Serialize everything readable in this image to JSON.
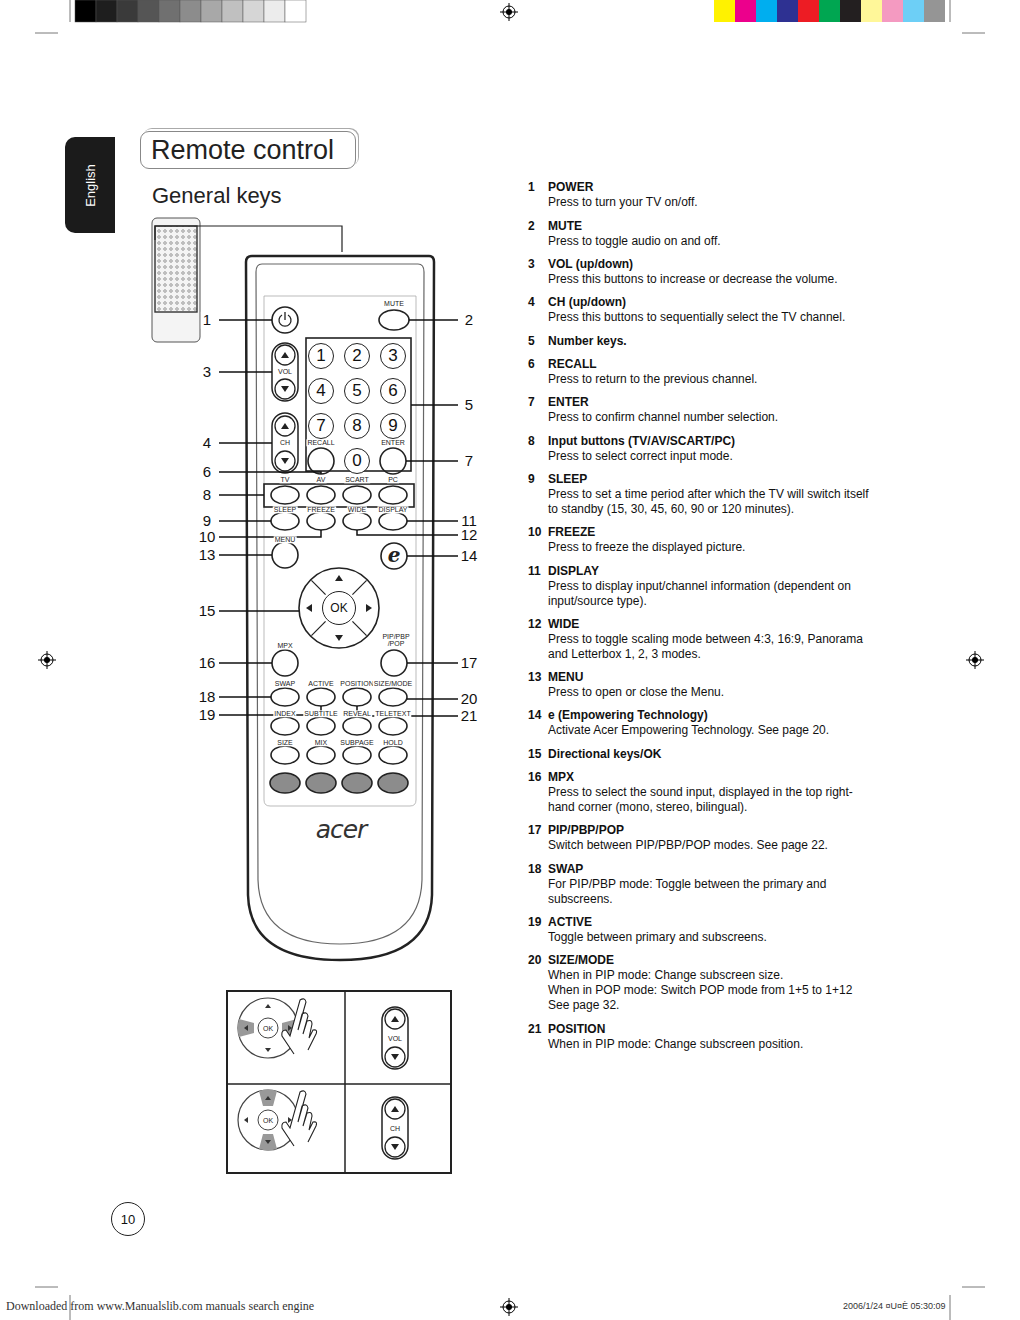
{
  "diagram": {
    "title": "Remote control",
    "nodes": [
      {
        "text": [
          "English"
        ]
      },
      {
        "text": [
          "1"
        ]
      },
      {
        "text": [
          "2"
        ]
      },
      {
        "text": [
          "3"
        ]
      },
      {
        "text": [
          "4"
        ]
      },
      {
        "text": [
          "5"
        ]
      },
      {
        "text": [
          "6"
        ]
      },
      {
        "text": [
          "7"
        ]
      },
      {
        "text": [
          "8"
        ]
      },
      {
        "text": [
          "9"
        ]
      },
      {
        "text": [
          "0"
        ]
      },
      {
        "text": [
          "OK"
        ]
      },
      {
        "text": [
          "10"
        ]
      }
    ],
    "labels": [
      "General keys",
      "1",
      "3",
      "4",
      "6",
      "8",
      "9",
      "10",
      "13",
      "15",
      "16",
      "18",
      "19",
      "2",
      "5",
      "7",
      "11",
      "12",
      "14",
      "17",
      "20",
      "21",
      "MUTE",
      "VOL",
      "CH",
      "RECALL",
      "ENTER",
      "TV",
      "AV",
      "SCART",
      "PC",
      "SLEEP",
      "FREEZE",
      "WIDE",
      "DISPLAY",
      "MENU",
      "MPX",
      "PIP/PBP /POP",
      "SWAP",
      "ACTIVE",
      "POSITION",
      "SIZE/MODE",
      "INDEX",
      "SUBTITLE",
      "REVEAL",
      "TELETEXT",
      "SIZE",
      "MIX",
      "SUBPAGE",
      "HOLD",
      "e",
      "acer",
      "OK",
      "VOL",
      "OK",
      "CH",
      "1",
      "POWER",
      "Press to turn your TV on/off.",
      "2",
      "MUTE",
      "Press to toggle audio on and off.",
      "3",
      "VOL (up/down)",
      "Press this buttons to increase or decrease the volume.",
      "4",
      "CH (up/down)",
      "Press this buttons to sequentially select the TV channel.",
      "5",
      "Number keys.",
      "6",
      "RECALL",
      "Press to return to the previous channel.",
      "7",
      "ENTER",
      "Press to confirm channel number selection.",
      "8",
      "Input buttons (TV/AV/SCART/PC)",
      "Press to select correct input mode.",
      "9",
      "SLEEP",
      "Press to set a time period after which the TV will switch itself to standby (15, 30, 45, 60, 90 or 120 minutes).",
      "10",
      "FREEZE",
      "Press to freeze the displayed picture.",
      "11",
      "DISPLAY",
      "Press to display input/channel information (dependent on input/source type).",
      "12",
      "WIDE",
      "Press to toggle scaling mode between 4:3, 16:9, Panorama and Letterbox 1, 2, 3 modes.",
      "13",
      "MENU",
      "Press to open or close the Menu.",
      "14",
      "e (Empowering Technology)",
      "Activate Acer Empowering Technology. See page 20.",
      "15",
      "Directional keys/OK",
      "16",
      "MPX",
      "Press to select the sound input, displayed in the top right-hand corner (mono, stereo, bilingual).",
      "17",
      "PIP/PBP/POP",
      "Switch between PIP/PBP/POP modes. See page 22.",
      "18",
      "SWAP",
      "For PIP/PBP mode: Toggle between the primary and subscreens.",
      "19",
      "ACTIVE",
      "Toggle between primary and subscreens.",
      "20",
      "SIZE/MODE",
      "When in PIP mode: Change subscreen size.",
      "When in POP mode: Switch POP mode from 1+5 to 1+12",
      "See page 32.",
      "21",
      "POSITION",
      "When in PIP mode: Change subscreen position.",
      "Downloaded from www.Manualslib.com manuals search engine",
      "2006/1/24 ¤U¤È 05:30:09"
    ]
  }
}
